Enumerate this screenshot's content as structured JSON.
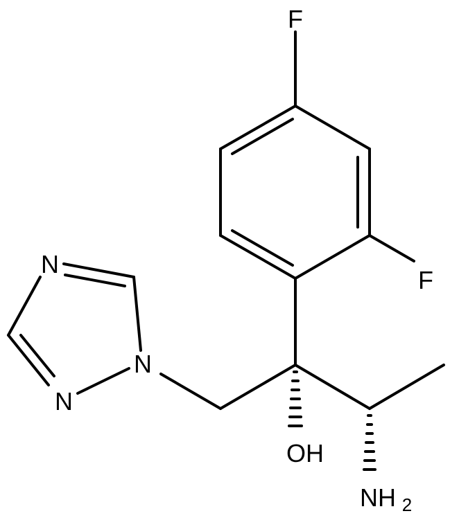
{
  "molecule": {
    "atom_labels": {
      "f_top": "F",
      "f_right": "F",
      "n_triazole_top": "N",
      "n_triazole_bottom": "N",
      "n_triazole_link": "N",
      "hydroxyl": "OH",
      "amine": "NH",
      "amine_subscript": "2"
    },
    "colors": {
      "bond": "#000000",
      "label": "#000000",
      "background": "#ffffff"
    }
  }
}
